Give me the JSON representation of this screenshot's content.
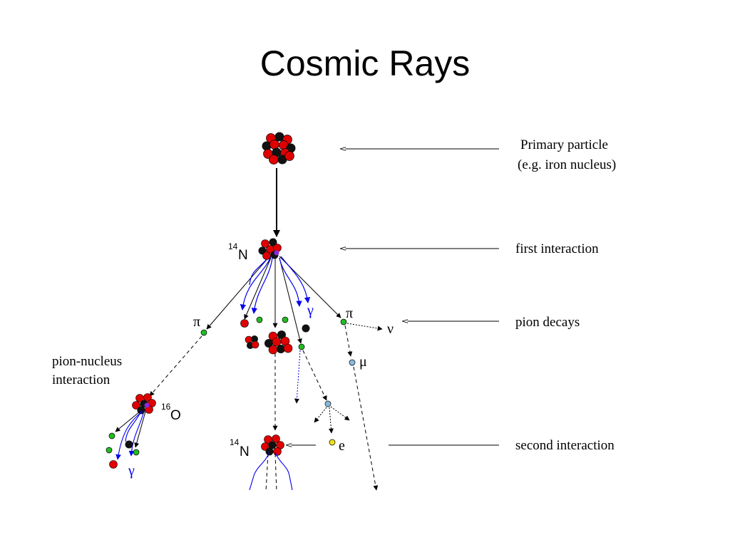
{
  "title": "Cosmic Rays",
  "diagram": {
    "labels": {
      "primary_line1": "Primary particle",
      "primary_line2": "(e.g. iron nucleus)",
      "first_interaction": "first interaction",
      "pion_decays": "pion decays",
      "pion_nucleus_line1": "pion-nucleus",
      "pion_nucleus_line2": "interaction",
      "second_interaction": "second interaction"
    },
    "nuclei": {
      "n14_top_mass": "14",
      "n14_top_symbol": "N",
      "o16_mass": "16",
      "o16_symbol": "O",
      "n14_bottom_mass": "14",
      "n14_bottom_symbol": "N"
    },
    "particles": {
      "pi_left": "π",
      "pi_right": "π",
      "neutrino": "ν",
      "muon": "μ",
      "electron": "e",
      "gamma_top": "γ",
      "gamma_bottom": "γ"
    },
    "colors": {
      "proton": "#e00000",
      "neutron": "#111111",
      "pion": "#22bb22",
      "muon": "#88bbe0",
      "electron": "#f0e020",
      "gamma": "#0000ee"
    }
  }
}
